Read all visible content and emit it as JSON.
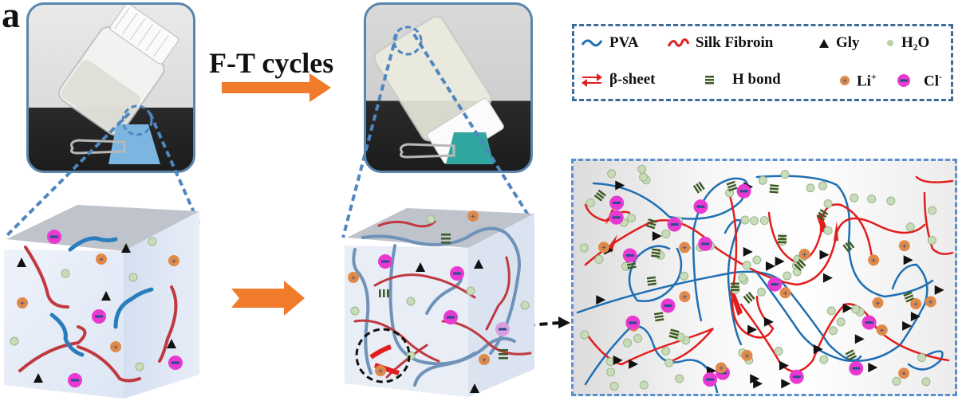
{
  "figure": {
    "panel_label": "a",
    "process_label": "F-T cycles",
    "before_photo": {
      "description": "vial with liquid solution tilted on blue binder clip"
    },
    "after_photo": {
      "description": "vial with gel tilted on teal binder clip"
    },
    "legend": {
      "items": [
        {
          "symbol": "blue-wave",
          "label": "PVA",
          "color": "#1f6fb4"
        },
        {
          "symbol": "red-wave",
          "label": "Silk Fibroin",
          "color": "#e11d1d"
        },
        {
          "symbol": "black-triangle",
          "label": "Gly",
          "color": "#111111"
        },
        {
          "symbol": "green-sphere",
          "label": "H₂O",
          "color": "#b9d2a8"
        },
        {
          "symbol": "red-double-arrow",
          "label": "β-sheet",
          "color": "#e11d1d"
        },
        {
          "symbol": "green-bars",
          "label": "H bond",
          "color": "#3d5a24"
        },
        {
          "symbol": "orange-plus-ion",
          "label": "Li",
          "superscript": "+",
          "color": "#e08a4a"
        },
        {
          "symbol": "magenta-minus-ion",
          "label": "Cl",
          "superscript": "-",
          "color": "#e83ad0"
        }
      ]
    },
    "colors": {
      "arrow": "#f07b2b",
      "dashed_blue": "#4f86c0",
      "pva": "#1f6fb4",
      "pva_cube": "#6f93b8",
      "silk": "#e11d1d",
      "silk_cube": "#c0393f",
      "li": "#e08a4a",
      "cl": "#e83ad0",
      "water": "#c9dcb9",
      "hbond": "#3d5a24"
    }
  }
}
